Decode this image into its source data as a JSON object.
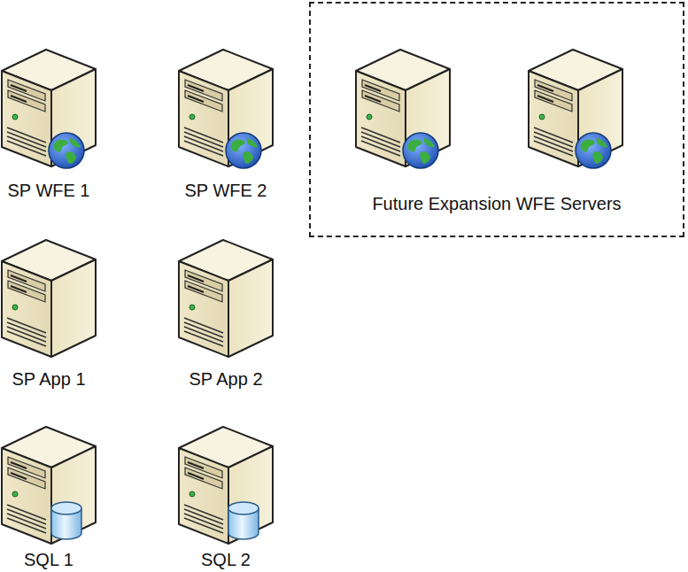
{
  "diagram": {
    "nodes": [
      {
        "text": [
          "SP WFE 1"
        ]
      },
      {
        "text": [
          "SP WFE 2"
        ]
      },
      {
        "text": [
          "Future Expansion WFE Servers"
        ]
      },
      {
        "text": [
          "SP App 1"
        ]
      },
      {
        "text": [
          "SP App 2"
        ]
      },
      {
        "text": [
          "SQL 1"
        ]
      },
      {
        "text": [
          "SQL 2"
        ]
      }
    ]
  }
}
